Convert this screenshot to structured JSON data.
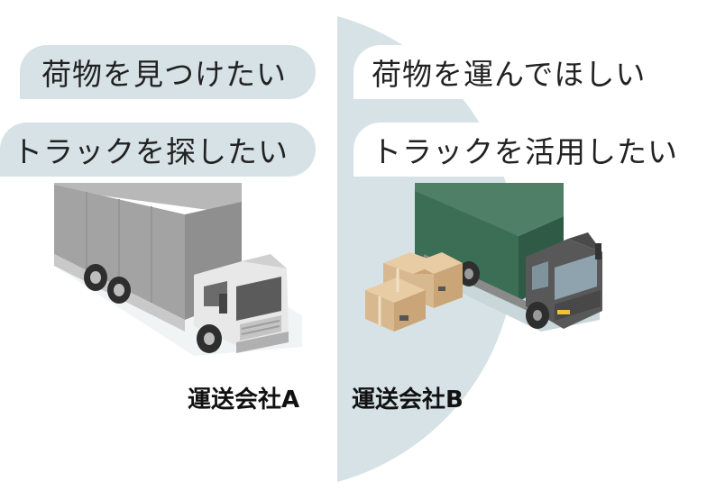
{
  "colors": {
    "panel": "#d7e2e6",
    "bubble_left": "#d7e2e6",
    "bubble_right": "#ffffff",
    "text": "#222222",
    "truck_a_cover": "#a3a3a3",
    "truck_a_cab": "#e8e8e8",
    "truck_b_cover": "#3c6e55",
    "truck_b_cab": "#585858",
    "box": "#d8b88e"
  },
  "left": {
    "bubbles": [
      {
        "text": "荷物を見つけたい"
      },
      {
        "text": "トラックを探したい"
      }
    ],
    "company": "運送会社A",
    "truck_icon": "gray-covered-truck-icon"
  },
  "right": {
    "bubbles": [
      {
        "text": "荷物を運んでほしい"
      },
      {
        "text": "トラックを活用したい"
      }
    ],
    "company": "運送会社B",
    "truck_icon": "green-box-truck-icon",
    "cargo_icon": "cardboard-boxes-icon"
  }
}
